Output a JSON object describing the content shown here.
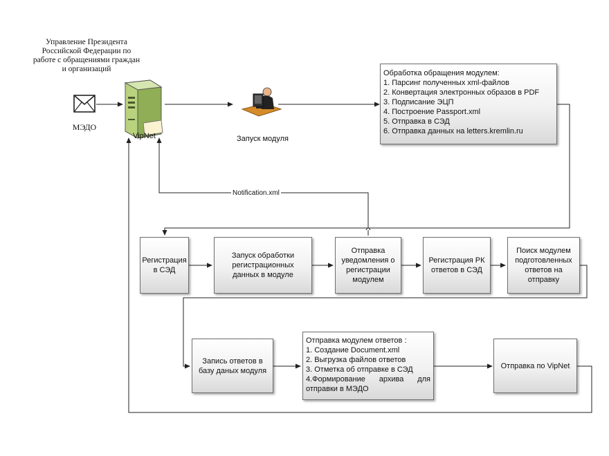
{
  "header_org": {
    "lines": [
      "Управление Президента",
      "Российской Федерации по",
      "работе с обращениями граждан",
      "и организаций"
    ]
  },
  "medo_label": "МЭДО",
  "vipnet_label": "VipNet",
  "module_label": "Запуск модуля",
  "notification_label": "Notification.xml",
  "processing": {
    "title": "Обработка обращения модулем:",
    "items": [
      "1. Парсинг полученных xml-файлов",
      "2. Конвертация электронных образов в PDF",
      "3. Подписание ЭЦП",
      "4. Построение Passport.xml",
      "5. Отправка в СЭД",
      "6. Отправка данных на letters.kremlin.ru"
    ]
  },
  "row1": [
    {
      "lines": [
        "Регистрация",
        "в СЭД"
      ]
    },
    {
      "lines": [
        "Запуск обработки",
        "регистрационных",
        "данных в модуле"
      ]
    },
    {
      "lines": [
        "Отправка",
        "уведомления о",
        "регистрации",
        "модулем"
      ]
    },
    {
      "lines": [
        "Регистрация РК",
        "ответов в СЭД"
      ]
    },
    {
      "lines": [
        "Поиск модулем",
        "подготовленных",
        "ответов на",
        "отправку"
      ]
    }
  ],
  "row2": {
    "write_db": {
      "lines": [
        "Запись ответов в",
        "базу даных модуля"
      ]
    },
    "send_answers": {
      "title": "Отправка модулем ответов :",
      "items": [
        "1. Создание Document.xml",
        "2. Выгрузка файлов ответов",
        "3. Отметка об отправке в СЭД"
      ],
      "item4_words": [
        "4.Формирование",
        "архива",
        "для"
      ],
      "item4_tail": "отправки в МЭДО"
    },
    "send_vipnet": {
      "lines": [
        "Отправка по VipNet"
      ]
    }
  },
  "colors": {
    "border": "#6e6e6e",
    "line": "#222222",
    "box_shade": "#d9d9d9",
    "server_green": "#a8c66a"
  }
}
